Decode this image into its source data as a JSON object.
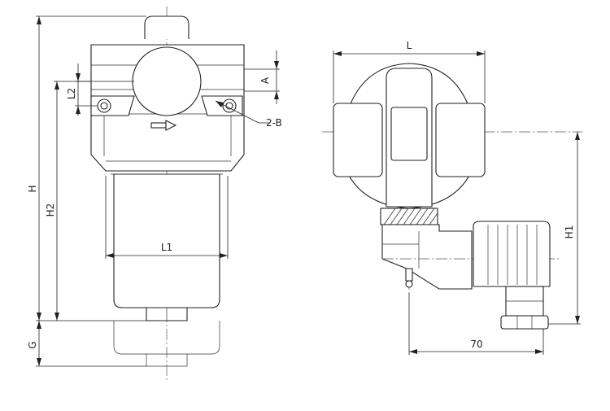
{
  "labels": {
    "H": "H",
    "H2": "H2",
    "L2": "L2",
    "A": "A",
    "bolt": "2-B",
    "L1": "L1",
    "G": "G",
    "L": "L",
    "H1": "H1",
    "width_70": "70"
  }
}
